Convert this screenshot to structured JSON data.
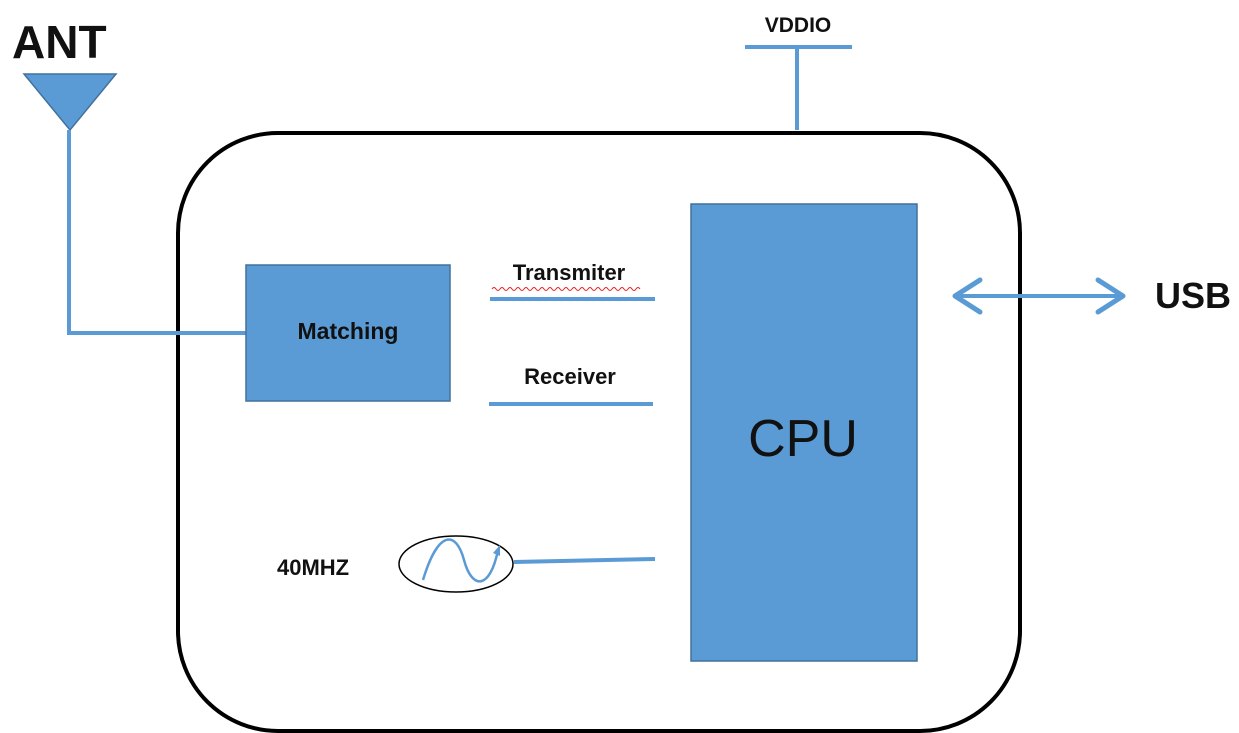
{
  "labels": {
    "antenna": "ANT",
    "supply": "VDDIO",
    "matching": "Matching",
    "transmitter": "Transmiter",
    "receiver": "Receiver",
    "cpu": "CPU",
    "usb": "USB",
    "oscillator": "40MHZ"
  },
  "colors": {
    "block_fill": "#5b9bd5",
    "block_border": "#41719c",
    "wire": "#5b9bd5",
    "outline": "#000000",
    "spellcheck_underline": "#e02020"
  },
  "icons": {
    "antenna": "antenna-triangle-icon",
    "oscillator": "sine-wave-oscillator-icon",
    "usb_link": "double-headed-arrow-icon"
  }
}
